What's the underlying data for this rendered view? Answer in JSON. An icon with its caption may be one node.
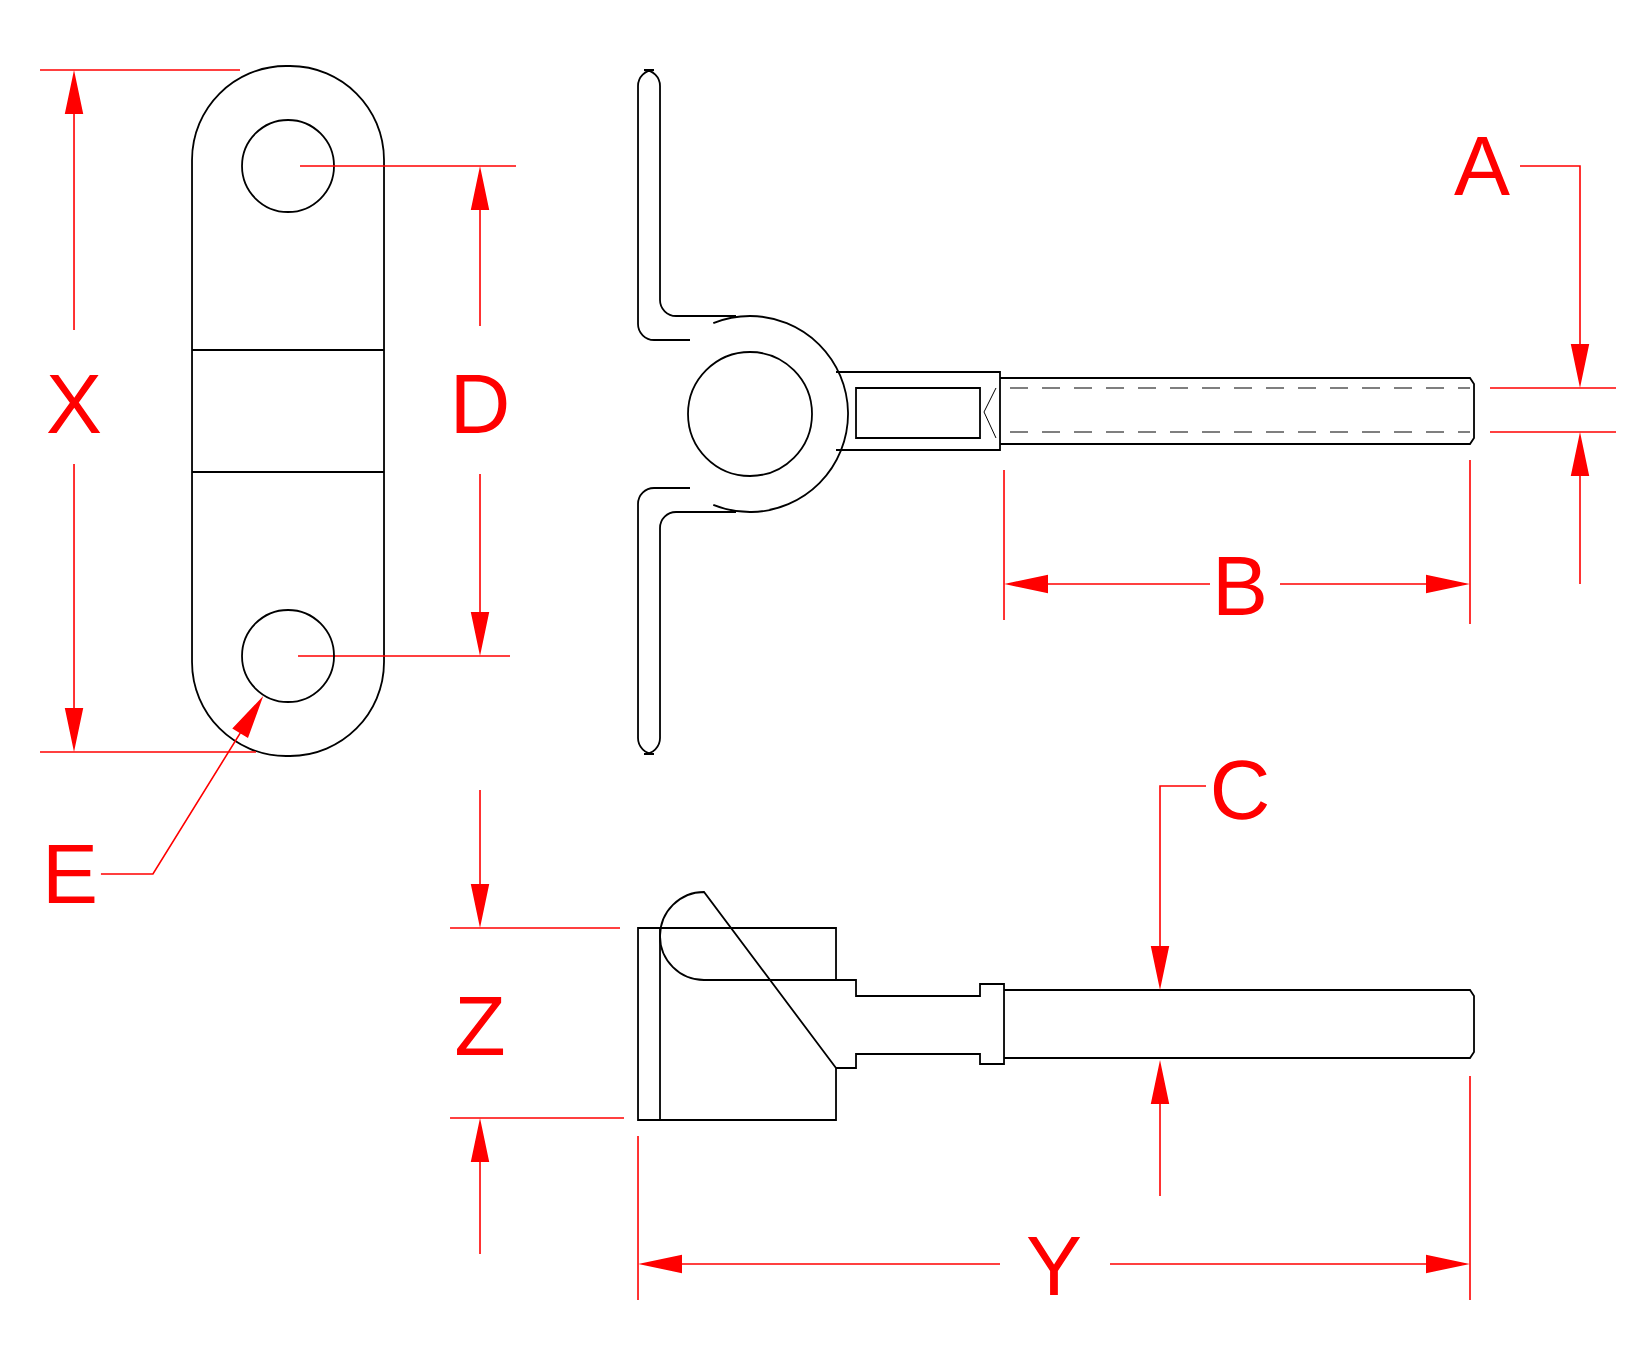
{
  "diagram": {
    "nodes": [
      {
        "text": [
          "E"
        ]
      },
      {
        "text": [],
        "shape": "circle"
      }
    ],
    "edges": [
      {
        "from": 0,
        "to": 1,
        "arrow": "to"
      }
    ],
    "labels": [
      "X",
      "D",
      "A",
      "B",
      "C",
      "Z",
      "Y"
    ]
  }
}
